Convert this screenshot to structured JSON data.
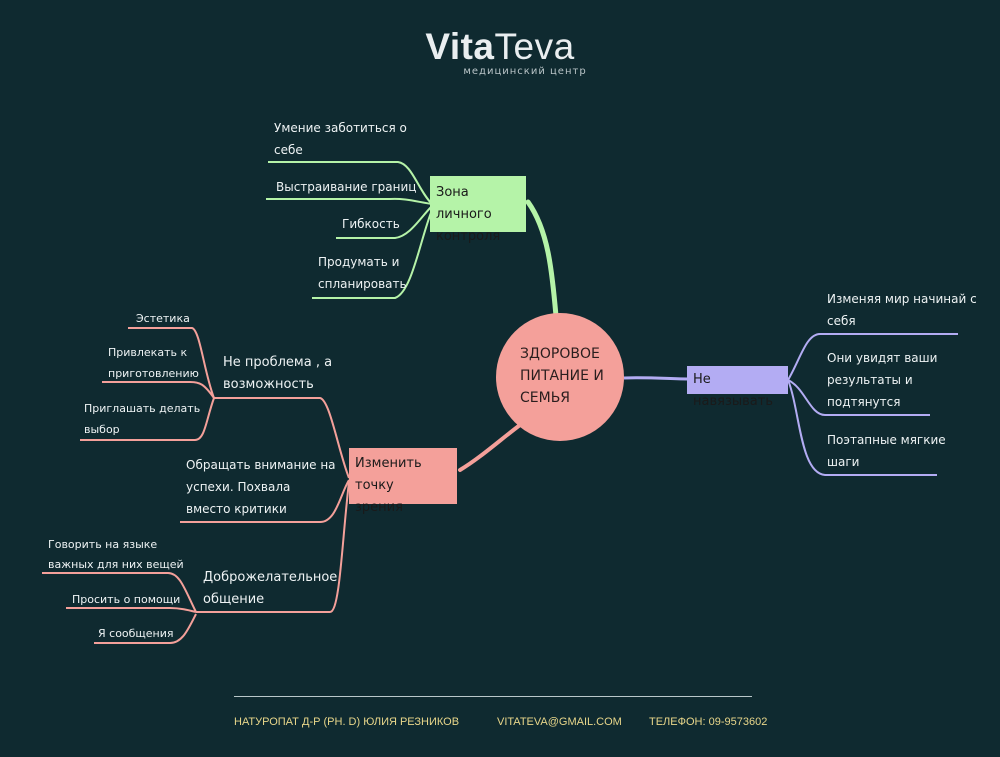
{
  "logo": {
    "brand_bold": "Vita",
    "brand_light": "Teva",
    "subtitle": "медицинский центр"
  },
  "center": {
    "line1": "ЗДОРОВОЕ",
    "line2": "ПИТАНИЕ И",
    "line3": "СЕМЬЯ"
  },
  "colors": {
    "green": "#b5f3a8",
    "blue": "#b3acf3",
    "pink": "#f4a09a",
    "background": "#0f2a30"
  },
  "branch_control": {
    "line1": "Зона личного",
    "line2": "контроля",
    "leaves": [
      "Умение заботиться о",
      "себе",
      "Выстраивание границ",
      "Гибкость",
      "Продумать и",
      "спланировать"
    ]
  },
  "branch_impose": {
    "label": "Не навязывать",
    "leaves": [
      "Изменяя мир начинай с",
      "себя",
      "Они увидят ваши",
      "результаты и",
      "подтянутся",
      "Поэтапные мягкие",
      "шаги"
    ]
  },
  "branch_view": {
    "line1": "Изменить точку",
    "line2": "зрения",
    "sub_opportunity": {
      "line1": "Не проблема , а",
      "line2": "возможность",
      "leaves": [
        "Эстетика",
        "Привлекать к",
        "приготовлению",
        "Приглашать делать",
        "выбор"
      ]
    },
    "sub_success": {
      "line1": "Обращать внимание на",
      "line2": "успехи. Похвала",
      "line3": "вместо критики"
    },
    "sub_friendly": {
      "line1": "Доброжелательное",
      "line2": "общение",
      "leaves": [
        "Говорить на языке",
        "важных для них вещей",
        "Просить о помощи",
        "Я сообщения"
      ]
    }
  },
  "footer": {
    "role": "НАТУРОПАТ",
    "name": "Д-Р (PH. D) ЮЛИЯ РЕЗНИКОВ",
    "email": "VITATEVA@GMAIL.COM",
    "phone": "ТЕЛЕФОН: 09-9573602"
  }
}
